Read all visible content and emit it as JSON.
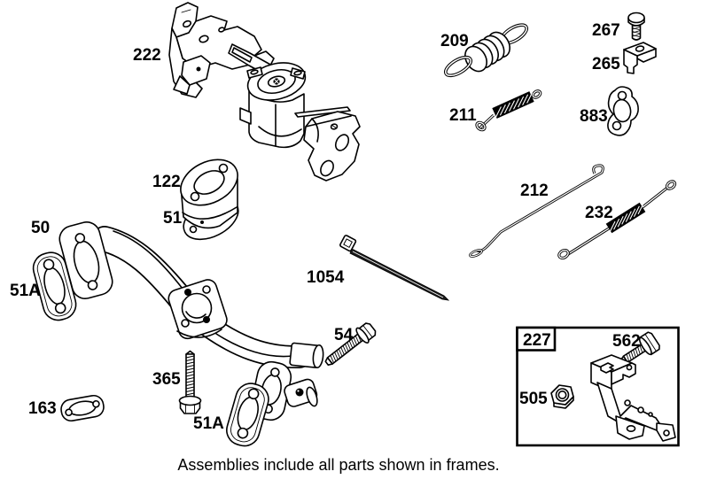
{
  "caption": "Assemblies include all parts shown in frames.",
  "colors": {
    "ink": "#000000",
    "paper": "#ffffff"
  },
  "parts": [
    {
      "ref": "222",
      "kind": "control-bracket-assembly"
    },
    {
      "ref": "209",
      "kind": "spring"
    },
    {
      "ref": "267",
      "kind": "screw"
    },
    {
      "ref": "265",
      "kind": "clamp"
    },
    {
      "ref": "211",
      "kind": "spring"
    },
    {
      "ref": "883",
      "kind": "gasket"
    },
    {
      "ref": "122",
      "kind": "spacer"
    },
    {
      "ref": "51",
      "kind": "gasket"
    },
    {
      "ref": "212",
      "kind": "link-rod"
    },
    {
      "ref": "232",
      "kind": "spring"
    },
    {
      "ref": "50",
      "kind": "intake-manifold"
    },
    {
      "ref": "51A",
      "kind": "gasket"
    },
    {
      "ref": "1054",
      "kind": "cable-tie"
    },
    {
      "ref": "54",
      "kind": "screw"
    },
    {
      "ref": "365",
      "kind": "screw"
    },
    {
      "ref": "163",
      "kind": "gasket"
    },
    {
      "ref": "51A",
      "kind": "gasket"
    },
    {
      "ref": "562",
      "kind": "screw"
    },
    {
      "ref": "505",
      "kind": "nut"
    },
    {
      "ref": "227",
      "kind": "bracket-assembly-frame"
    }
  ]
}
